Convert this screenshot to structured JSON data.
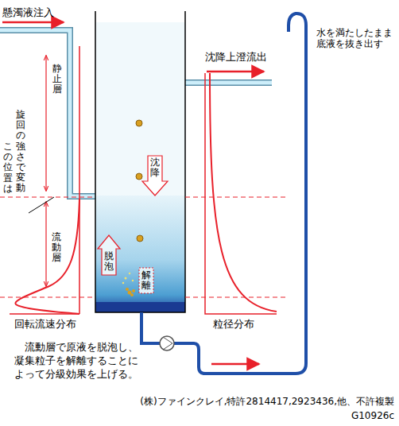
{
  "diagram": {
    "caption": "流動層で原液を脱泡し、凝集粒子を解離することによって分級効果を上げる。",
    "labels": [
      "懸濁液注入",
      "沈降上澄流出",
      "水を満たしたまま 底液を抜き出す",
      "この位置は",
      "旋回の強さで変動",
      "静止層",
      "沈降",
      "脱泡",
      "解離",
      "流動層",
      "回転流速分布",
      "粒径分布",
      "(株)ファインクレイ,特許2814417,2923436,他、不許複製",
      "G10926c"
    ]
  }
}
